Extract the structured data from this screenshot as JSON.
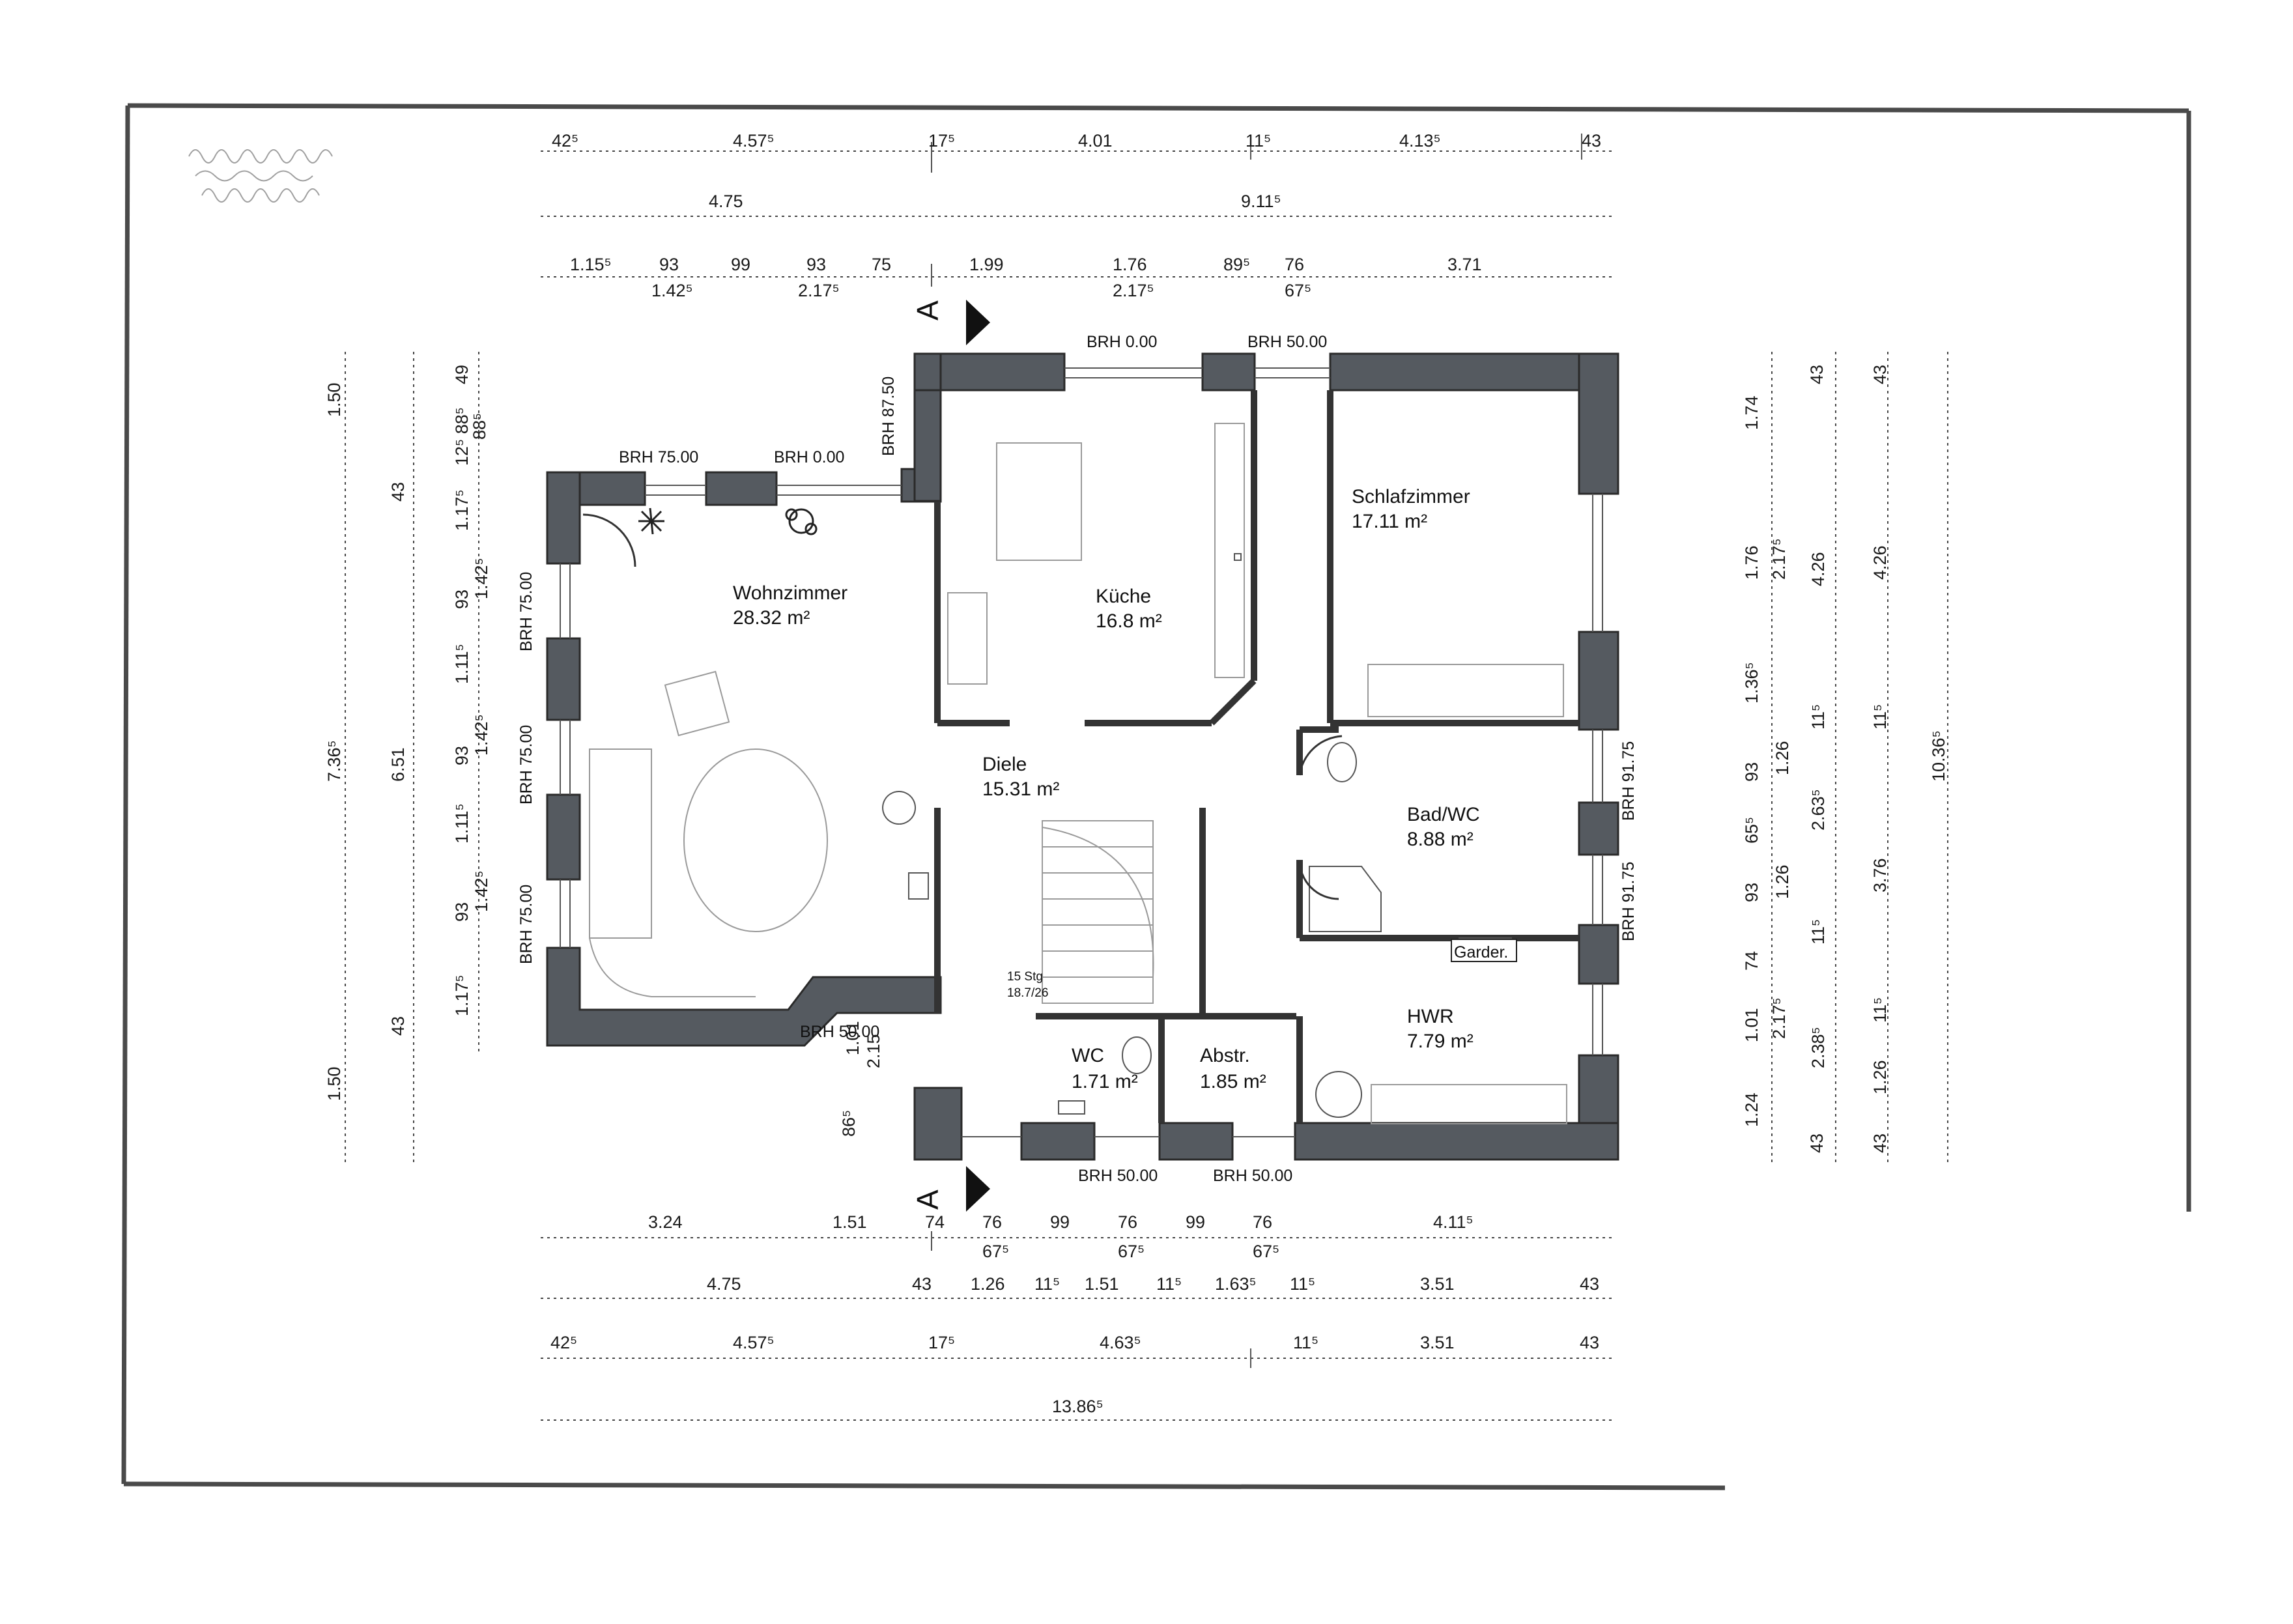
{
  "rooms": {
    "wohnzimmer": {
      "name": "Wohnzimmer",
      "area": "28.32 m²"
    },
    "kueche": {
      "name": "Küche",
      "area": "16.8 m²"
    },
    "schlafzimmer": {
      "name": "Schlafzimmer",
      "area": "17.11 m²"
    },
    "diele": {
      "name": "Diele",
      "area": "15.31 m²"
    },
    "bad": {
      "name": "Bad/WC",
      "area": "8.88 m²"
    },
    "hwr": {
      "name": "HWR",
      "area": "7.79 m²"
    },
    "wc": {
      "name": "WC",
      "area": "1.71 m²"
    },
    "abstr": {
      "name": "Abstr.",
      "area": "1.85 m²"
    }
  },
  "labels": {
    "garder": "Garder.",
    "stairs_steps": "15 Stg",
    "stairs_ratio": "18.7/26",
    "section_top": "A",
    "section_bottom": "A"
  },
  "brh": {
    "top_kitchen": "BRH 0.00",
    "top_bedroom": "BRH 50.00",
    "living_top_left": "BRH 75.00",
    "living_top_right": "BRH 0.00",
    "kitchen_side": "BRH 87.50",
    "living_left_1": "BRH 75.00",
    "living_left_2": "BRH 75.00",
    "living_left_3": "BRH 75.00",
    "bath_right": "BRH 91.75",
    "hwr_right": "BRH 91.75",
    "entry_bottom": "BRH 50.00",
    "wc_bottom": "BRH 50.00",
    "abstr_bottom": "BRH 50.00"
  },
  "dims_top": {
    "row1": [
      "42⁵",
      "4.57⁵",
      "17⁵",
      "4.01",
      "11⁵",
      "4.13⁵",
      "43"
    ],
    "row2": [
      "4.75",
      "9.11⁵"
    ],
    "row3": [
      "1.15⁵",
      "93",
      "99",
      "93",
      "75",
      "1.99",
      "1.76",
      "89⁵",
      "76",
      "3.71"
    ],
    "row3_sub": [
      "1.42⁵",
      "2.17⁵",
      "2.17⁵",
      "67⁵"
    ]
  },
  "dims_bottom": {
    "row1": [
      "3.24",
      "1.51",
      "74",
      "76",
      "99",
      "76",
      "99",
      "76",
      "4.11⁵"
    ],
    "row1_sub": [
      "67⁵",
      "67⁵",
      "67⁵"
    ],
    "row2": [
      "4.75",
      "43",
      "1.26",
      "11⁵",
      "1.51",
      "11⁵",
      "1.63⁵",
      "11⁵",
      "3.51",
      "43"
    ],
    "row3": [
      "42⁵",
      "4.57⁵",
      "17⁵",
      "4.63⁵",
      "11⁵",
      "3.51",
      "43"
    ],
    "row4": [
      "13.86⁵"
    ]
  },
  "dims_left": {
    "outer": [
      "1.50",
      "7.36⁵",
      "1.50"
    ],
    "middle": [
      "43",
      "6.51",
      "43"
    ],
    "inner": [
      "49",
      "88⁵",
      "12⁵ 88⁵",
      "1.17⁵",
      "1.42⁵",
      "93",
      "1.11⁵",
      "1.42⁵",
      "93",
      "1.11⁵",
      "1.42⁵",
      "93",
      "1.17⁵"
    ],
    "extra": [
      "1.01",
      "2.15",
      "86⁵"
    ]
  },
  "dims_right": {
    "col1": [
      "1.74",
      "1.76",
      "1.36⁵",
      "93",
      "65⁵",
      "93",
      "74",
      "1.01",
      "1.24"
    ],
    "col2": [
      "43",
      "2.17⁵",
      "1.26",
      "1.26",
      "2.17⁵",
      "43"
    ],
    "col3": [
      "4.26",
      "11⁵",
      "2.63⁵",
      "11⁵",
      "2.38⁵",
      "43"
    ],
    "col4": [
      "43",
      "4.26",
      "11⁵",
      "10.36⁵",
      "3.76",
      "11⁵",
      "1.26",
      "43"
    ]
  }
}
